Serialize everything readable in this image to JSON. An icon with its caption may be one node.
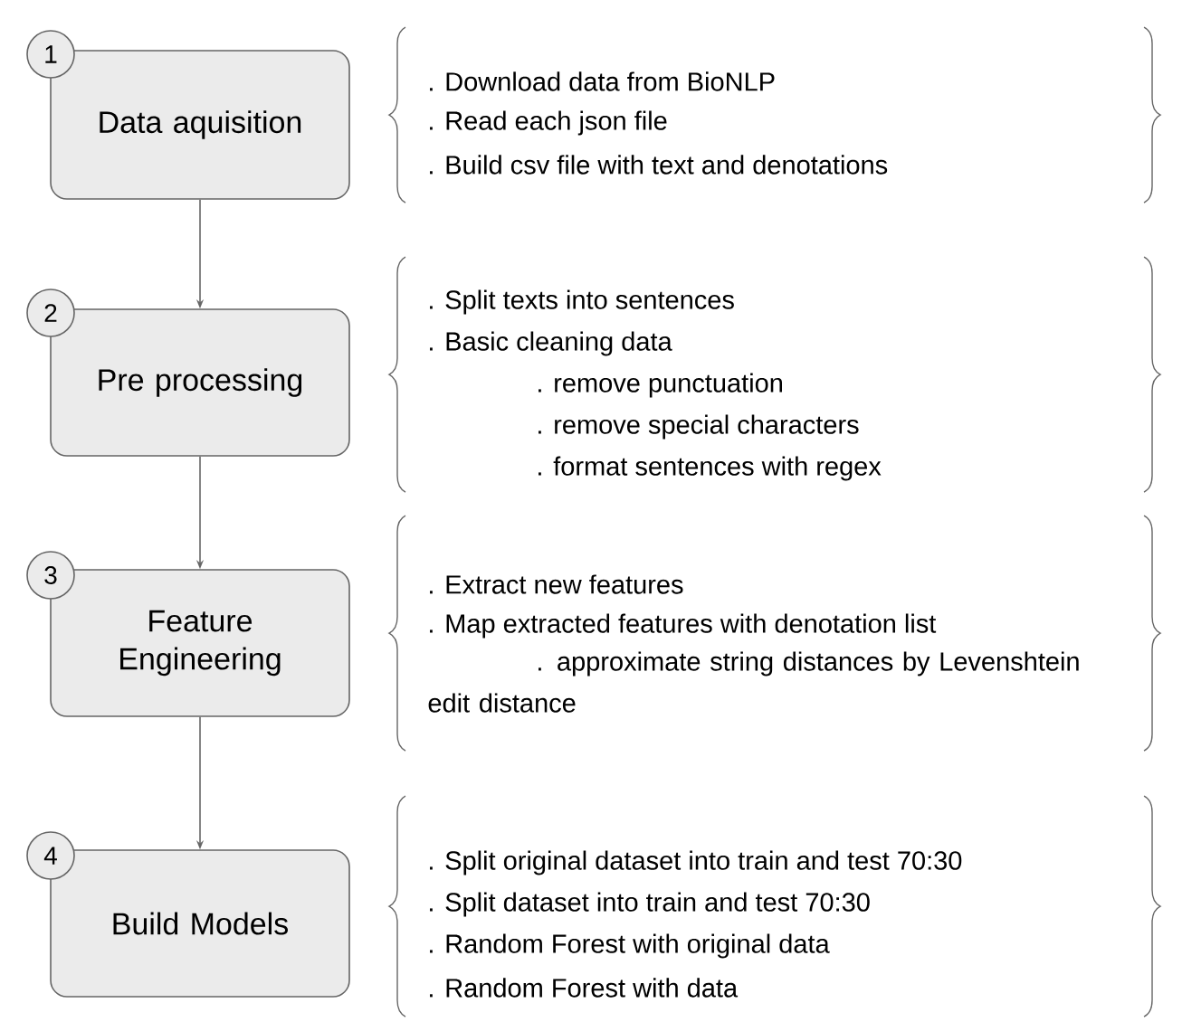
{
  "diagram": {
    "nodes": [
      {
        "text": [
          "1"
        ]
      },
      {
        "text": [
          "Data aquisition"
        ],
        "beside": [
          ". Download data from BioNLP",
          ". Read each json file",
          ". Build csv file with text and denotations"
        ]
      },
      {
        "text": [
          "2"
        ]
      },
      {
        "text": [
          "Pre processing"
        ],
        "beside": [
          ". Split texts into sentences",
          ". Basic cleaning data",
          ". remove punctuation",
          ". remove special characters",
          ". format sentences with regex"
        ]
      },
      {
        "text": [
          "3"
        ]
      },
      {
        "text": [
          "Feature Engineering"
        ],
        "beside": [
          ". Extract new features",
          ". Map extracted features with denotation list",
          ". approximate string distances by Levenshtein edit distance"
        ]
      },
      {
        "text": [
          "4"
        ]
      },
      {
        "text": [
          "Build Models"
        ],
        "beside": [
          ". Split original dataset into train and test 70:30",
          ". Split dataset into train and test 70:30",
          ". Random Forest with original data",
          ". Random Forest with data"
        ]
      }
    ],
    "edges": [
      {
        "from": 1,
        "to": 3,
        "arrow": "to"
      },
      {
        "from": 3,
        "to": 5,
        "arrow": "to"
      },
      {
        "from": 5,
        "to": 7,
        "arrow": "to"
      }
    ]
  }
}
